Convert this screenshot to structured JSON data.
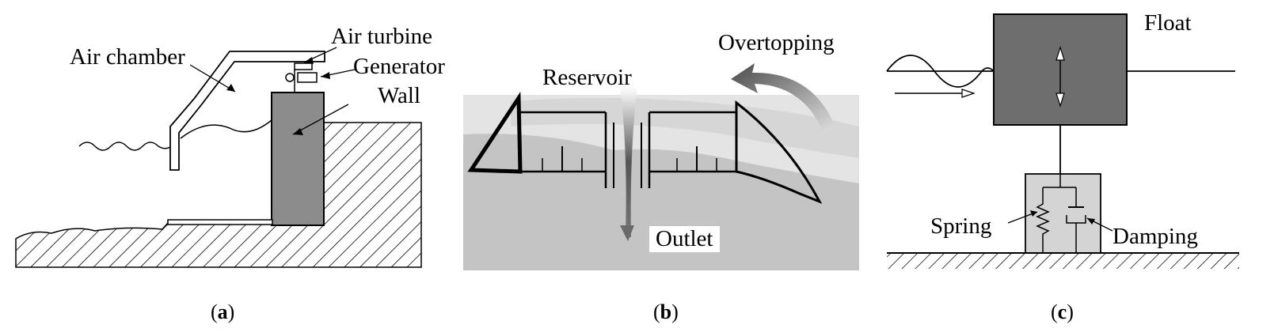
{
  "panels": [
    {
      "id": "a",
      "caption_letter": "a",
      "labels": {
        "air_chamber": "Air chamber",
        "air_turbine": "Air turbine",
        "generator": "Generator",
        "wall": "Wall"
      }
    },
    {
      "id": "b",
      "caption_letter": "b",
      "labels": {
        "reservoir": "Reservoir",
        "overtopping": "Overtopping",
        "outlet": "Outlet"
      }
    },
    {
      "id": "c",
      "caption_letter": "c",
      "labels": {
        "float": "Float",
        "spring": "Spring",
        "damping": "Damping"
      }
    }
  ],
  "colors": {
    "wall_fill": "#8a8a8a",
    "float_fill": "#6e6e6e",
    "sea_fill": "#cfcfcf",
    "line": "#000000"
  }
}
